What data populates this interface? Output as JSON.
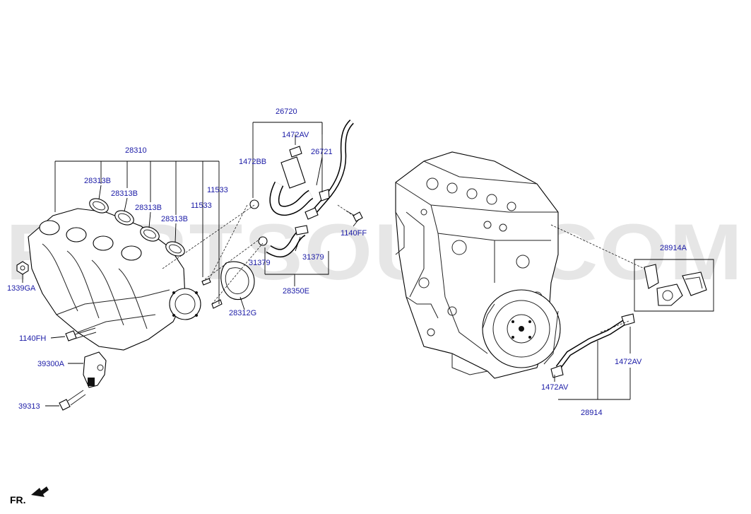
{
  "watermark": "PARTSOUQ.COM",
  "orientation_marker": "FR.",
  "callouts": {
    "p26720": "26720",
    "p1472AV_top": "1472AV",
    "p1472BB": "1472BB",
    "p26721": "26721",
    "p1140FF": "1140FF",
    "p28310": "28310",
    "p28313B_1": "28313B",
    "p28313B_2": "28313B",
    "p28313B_3": "28313B",
    "p28313B_4": "28313B",
    "p11533_1": "11533",
    "p11533_2": "11533",
    "p1339GA": "1339GA",
    "p31379_left": "31379",
    "p31379_right": "31379",
    "p28350E": "28350E",
    "p28312G": "28312G",
    "p1140FH": "1140FH",
    "p39300A": "39300A",
    "p39313": "39313",
    "p28914A": "28914A",
    "p1472AV_right": "1472AV",
    "p1472AV_bottom": "1472AV",
    "p28914": "28914"
  },
  "colors": {
    "callout_text": "#1a1aa6",
    "lines": "#000000",
    "watermark": "#d7d7d7"
  }
}
